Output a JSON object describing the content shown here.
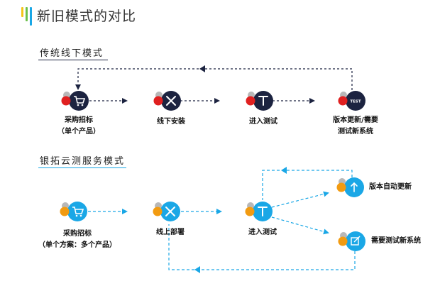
{
  "page": {
    "title": "新旧模式的对比"
  },
  "colors": {
    "accent_yellow": "#f5c518",
    "accent_green": "#6cc04a",
    "accent_blue": "#1aa7e6",
    "old_node": "#1c2340",
    "new_node": "#1aa7e6",
    "red_dot": "#e02020",
    "orange_dot": "#f29b11",
    "gray_dot": "#b8b8b8",
    "old_line": "#1c2340",
    "new_line": "#1aa7e6"
  },
  "old_mode": {
    "title": "传统线下模式",
    "nodes": [
      {
        "icon": "cart-icon",
        "label_lines": [
          "采购招标",
          "（单个产品）"
        ]
      },
      {
        "icon": "tools-icon",
        "label_lines": [
          "线下安装"
        ]
      },
      {
        "icon": "test-tube-icon",
        "label_lines": [
          "进入测试"
        ]
      },
      {
        "icon": "test-badge-icon",
        "badge_text": "TEST",
        "label_lines": [
          "版本更新/需要",
          "测试新系统"
        ]
      }
    ]
  },
  "new_mode": {
    "title": "银拓云测服务模式",
    "nodes": [
      {
        "icon": "cart-icon",
        "label_lines": [
          "采购招标",
          "（单个方案：多个产品）"
        ]
      },
      {
        "icon": "tools-icon",
        "label_lines": [
          "线上部署"
        ]
      },
      {
        "icon": "test-tube-icon",
        "label_lines": [
          "进入测试"
        ]
      },
      {
        "icon": "upload-icon",
        "label_lines": [
          "版本自动更新"
        ]
      },
      {
        "icon": "edit-icon",
        "label_lines": [
          "需要测试新系统"
        ]
      }
    ]
  }
}
